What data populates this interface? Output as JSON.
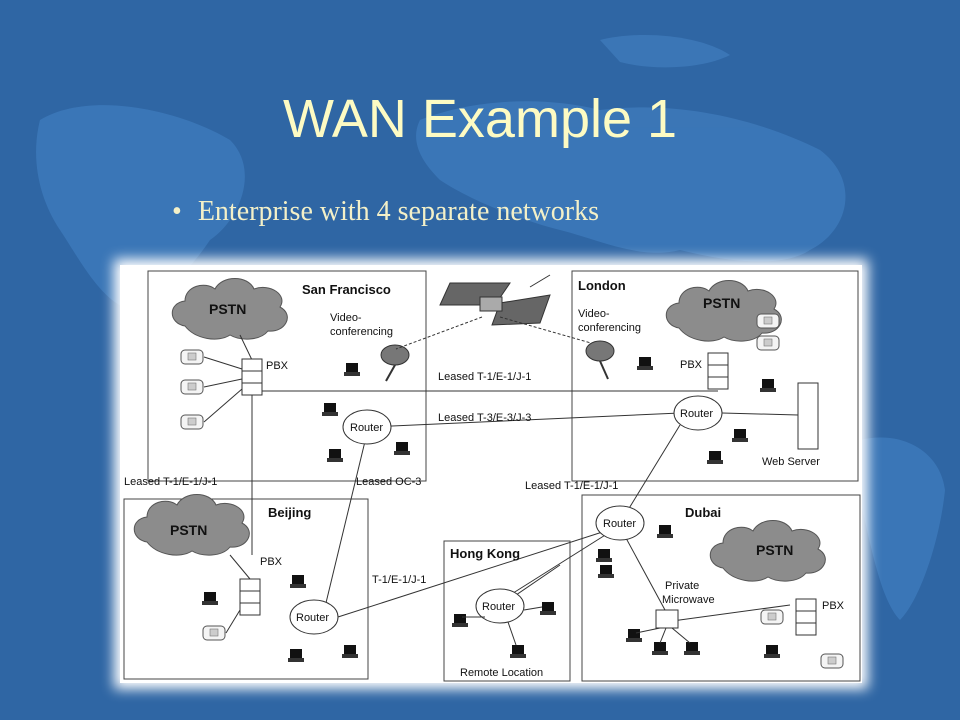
{
  "slide": {
    "title": "WAN Example 1",
    "bullet": "Enterprise with 4 separate networks"
  },
  "colors": {
    "background": "#2f66a4",
    "title": "#fdfbc3",
    "bullet": "#f3f0c8",
    "diagram_line": "#222222",
    "cloud_fill": "#8c8c8c"
  },
  "diagram": {
    "sites": {
      "san_francisco": "San Francisco",
      "london": "London",
      "beijing": "Beijing",
      "dubai": "Dubai",
      "hong_kong": "Hong Kong"
    },
    "pstn_label": "PSTN",
    "pbx_label": "PBX",
    "router_label": "Router",
    "videoconf_line1": "Video-",
    "videoconf_line2": "conferencing",
    "web_server": "Web Server",
    "private_microwave_line1": "Private",
    "private_microwave_line2": "Microwave",
    "remote_location": "Remote Location",
    "links": {
      "sf_london_t1": "Leased T-1/E-1/J-1",
      "sf_london_t3": "Leased T-3/E-3/J-3",
      "sf_beijing": "Leased T-1/E-1/J-1",
      "sf_hk_oc3": "Leased OC-3",
      "london_dubai": "Leased T-1/E-1/J-1",
      "beijing_hk": "T-1/E-1/J-1"
    }
  }
}
